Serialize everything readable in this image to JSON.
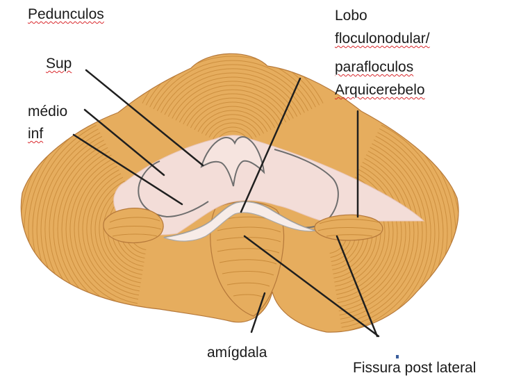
{
  "labels": {
    "pedunculos": "Pedunculos",
    "sup": "Sup",
    "medio": "médio",
    "inf": "inf",
    "lobo_line1": "Lobo",
    "lobo_line2": "floculonodular/",
    "lobo_line3": "parafloculos",
    "lobo_line4": "Arquicerebelo",
    "amigdala": "amígdala",
    "fissura": "Fissura post lateral"
  },
  "colors": {
    "cerebellum_fill": "#e6ad5e",
    "cerebellum_folia": "#c88a3a",
    "peduncle_fill": "#f3ddd8",
    "peduncle_outline": "#6e6e6e",
    "leader_lines": "#1f1f1f",
    "spellcheck_underline": "#d9262b"
  }
}
